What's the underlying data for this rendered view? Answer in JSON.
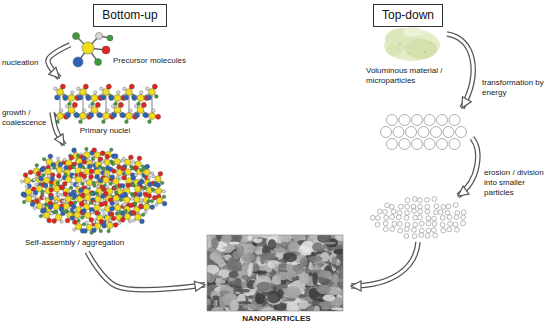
{
  "diagram": {
    "nodes": [
      {
        "text": [
          "Bottom-up"
        ]
      },
      {
        "text": [
          "Top-down"
        ]
      },
      {
        "text": [
          "Precursor molecules"
        ]
      },
      {
        "text": [
          "Voluminous material / microparticles"
        ]
      },
      {
        "text": [
          "Primary nuclei"
        ]
      },
      {
        "text": [
          "Self-assembly / aggregation"
        ]
      },
      {
        "text": [
          "NANOPARTICLES"
        ]
      }
    ],
    "edges": [
      {
        "from": 2,
        "to": 4,
        "arrow": "to",
        "label": "nucleation"
      },
      {
        "from": 4,
        "to": 5,
        "arrow": "to",
        "label": "growth / coalescence"
      },
      {
        "from": 5,
        "to": 6,
        "arrow": "to"
      }
    ],
    "labels": [
      "transformation by energy",
      "erosion / division into smaller particles"
    ]
  }
}
